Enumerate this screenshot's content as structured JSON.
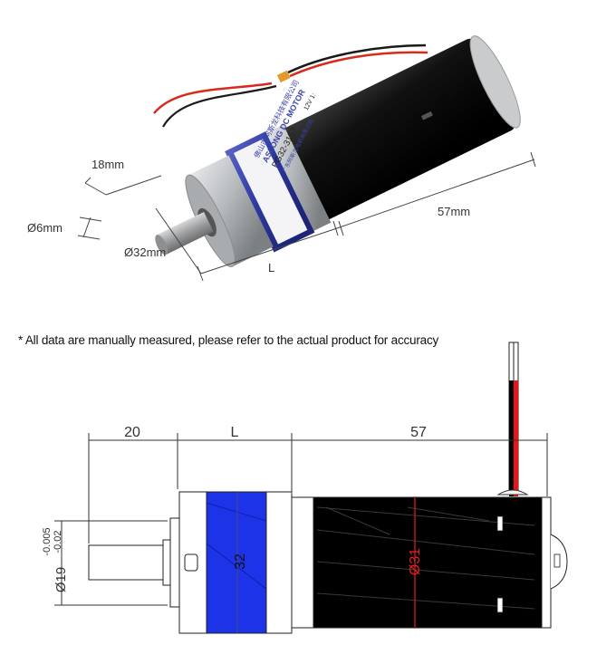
{
  "photo": {
    "shaft_length": "18mm",
    "shaft_diameter": "Ø6mm",
    "gearbox_diameter": "Ø32mm",
    "gearbox_length": "L",
    "motor_length": "57mm",
    "brand_label": "ASLONG DC MOTOR",
    "brand_cn": "佛山市阿斯龙科技有限公司",
    "model_label": "PG32-3157",
    "model_suffix": "12V 1:",
    "serial": "广东阿斯龙电机有限公司"
  },
  "note": "* All data are manually measured, please refer to the actual product for accuracy",
  "drawing": {
    "dim_shaft": "20",
    "dim_gearbox": "L",
    "dim_motor": "57",
    "dim_gearbox_dia": "32",
    "dim_motor_dia": "Ø31",
    "dim_shaft_dia": "Ø19",
    "dim_shaft_tol_upper": "-0.005",
    "dim_shaft_tol_lower": "-0.02"
  },
  "colors": {
    "gearbox_blue": "#1d33e8",
    "motor_black": "#000000",
    "wire_red": "#e8141b",
    "dimension_red": "#e02020",
    "label_blue": "#3b46a8"
  }
}
